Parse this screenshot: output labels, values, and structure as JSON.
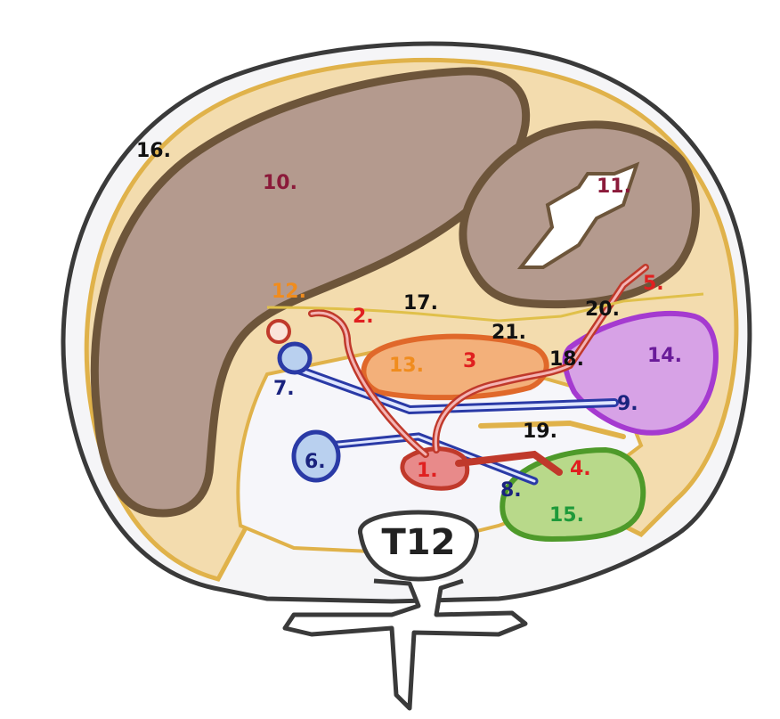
{
  "diagram": {
    "vertebra_label": "T12",
    "labels": [
      {
        "id": "1",
        "text": "1.",
        "color": "#e02020"
      },
      {
        "id": "2",
        "text": "2.",
        "color": "#e02020"
      },
      {
        "id": "3",
        "text": "3",
        "color": "#e02020"
      },
      {
        "id": "4",
        "text": "4.",
        "color": "#e02020"
      },
      {
        "id": "5",
        "text": "5.",
        "color": "#e02020"
      },
      {
        "id": "6",
        "text": "6.",
        "color": "#1a237e"
      },
      {
        "id": "7",
        "text": "7.",
        "color": "#1a237e"
      },
      {
        "id": "8",
        "text": "8.",
        "color": "#1a237e"
      },
      {
        "id": "9",
        "text": "9.",
        "color": "#1a237e"
      },
      {
        "id": "10",
        "text": "10.",
        "color": "#8b1a3a"
      },
      {
        "id": "11",
        "text": "11.",
        "color": "#8b1a3a"
      },
      {
        "id": "12",
        "text": "12.",
        "color": "#f08c1e"
      },
      {
        "id": "13",
        "text": "13.",
        "color": "#f08c1e"
      },
      {
        "id": "14",
        "text": "14.",
        "color": "#6a1b9a"
      },
      {
        "id": "15",
        "text": "15.",
        "color": "#1e9a3a"
      },
      {
        "id": "16",
        "text": "16.",
        "color": "#111111"
      },
      {
        "id": "17",
        "text": "17.",
        "color": "#111111"
      },
      {
        "id": "18",
        "text": "18.",
        "color": "#111111"
      },
      {
        "id": "19",
        "text": "19.",
        "color": "#111111"
      },
      {
        "id": "20",
        "text": "20.",
        "color": "#111111"
      },
      {
        "id": "21",
        "text": "21.",
        "color": "#111111"
      }
    ]
  }
}
